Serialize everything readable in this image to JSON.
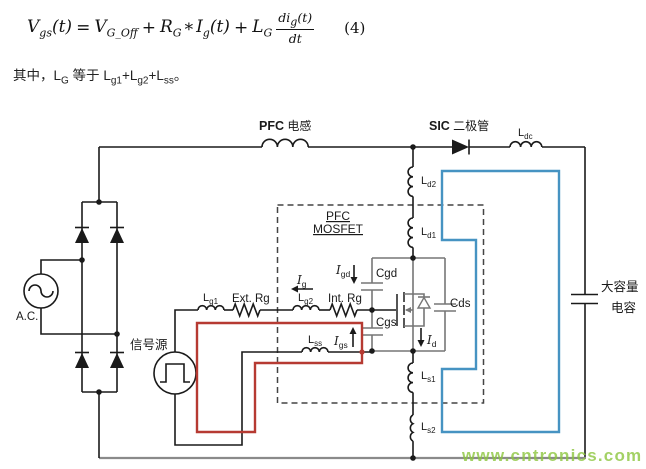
{
  "formula": {
    "lhs_main": "V",
    "lhs_sub": "gs",
    "lhs_arg": "(t)",
    "equals": "=",
    "t1_main": "V",
    "t1_sub": "G_Off",
    "plus1": "+",
    "t2_main": "R",
    "t2_sub": "G",
    "times": "*",
    "t3_main": "I",
    "t3_sub": "g",
    "t3_arg": "(t)",
    "plus2": "+",
    "t4_main": "L",
    "t4_sub": "G",
    "frac_num_main": "di",
    "frac_num_sub": "g",
    "frac_num_arg": "(t)",
    "frac_den": "dt",
    "eq_number": "(4)"
  },
  "note": {
    "lead": "其中，",
    "lg_main": "L",
    "lg_sub": "G",
    "verb": " 等于 ",
    "a_main": "L",
    "a_sub": "g1",
    "plus_a": "+",
    "b_main": "L",
    "b_sub": "g2",
    "plus_b": "+",
    "c_main": "L",
    "c_sub": "ss",
    "period": "。"
  },
  "circuit": {
    "pfc_inductor_bold": "PFC",
    "pfc_inductor_cjk": " 电感",
    "sic_diode_bold": "SIC",
    "sic_diode_cjk": " 二极管",
    "ldc": {
      "main": "L",
      "sub": "dc"
    },
    "ld2": {
      "main": "L",
      "sub": "d2"
    },
    "ld1": {
      "main": "L",
      "sub": "d1"
    },
    "ls1": {
      "main": "L",
      "sub": "s1"
    },
    "ls2": {
      "main": "L",
      "sub": "s2"
    },
    "lg1": {
      "main": "L",
      "sub": "g1"
    },
    "lg2": {
      "main": "L",
      "sub": "g2"
    },
    "lss": {
      "main": "L",
      "sub": "ss"
    },
    "ext_rg": "Ext. Rg",
    "int_rg": "Int. Rg",
    "cgd": "Cgd",
    "cgs": "Cgs",
    "cds": "Cds",
    "ig": {
      "main": "I",
      "sub": "g"
    },
    "igd": {
      "main": "I",
      "sub": "gd"
    },
    "igs": {
      "main": "I",
      "sub": "gs"
    },
    "id": {
      "main": "I",
      "sub": "d"
    },
    "mosfet_line1": "PFC",
    "mosfet_line2": "MOSFET",
    "ac_label": "A.C.",
    "signal_source": "信号源",
    "bulk_cap_line1": "大容量",
    "bulk_cap_line2": "电容"
  },
  "watermark": "www.cntronics.com",
  "colors": {
    "red_loop": "#b63a32",
    "blue_loop": "#4693c2",
    "watermark": "#8dc63f"
  }
}
